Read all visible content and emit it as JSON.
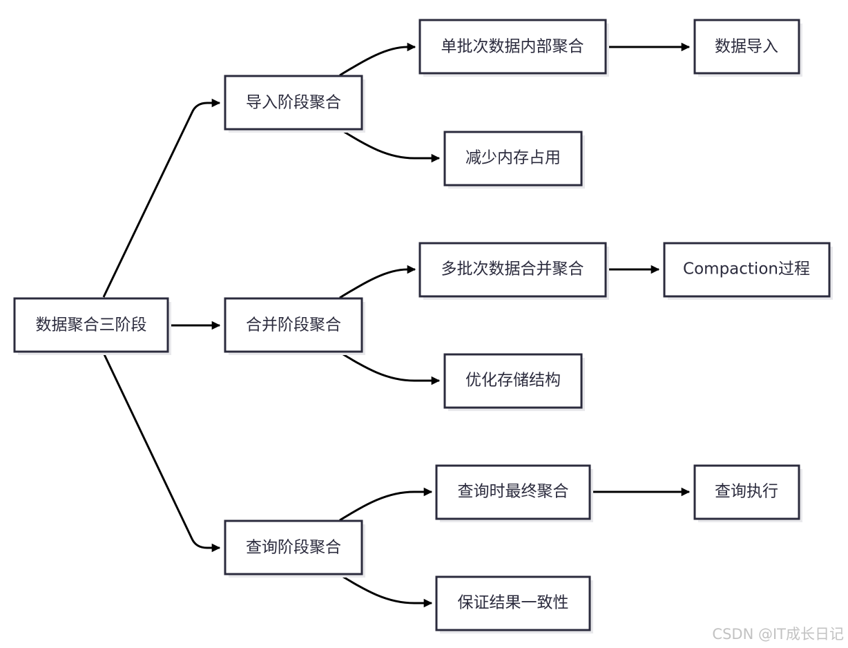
{
  "diagram": {
    "type": "flowchart",
    "nodes": {
      "root": "数据聚合三阶段",
      "import_stage": "导入阶段聚合",
      "merge_stage": "合并阶段聚合",
      "query_stage": "查询阶段聚合",
      "import_single_batch": "单批次数据内部聚合",
      "import_reduce_memory": "减少内存占用",
      "import_data_import": "数据导入",
      "merge_multi_batch": "多批次数据合并聚合",
      "merge_optimize_storage": "优化存储结构",
      "merge_compaction": "Compaction过程",
      "query_final": "查询时最终聚合",
      "query_consistency": "保证结果一致性",
      "query_execute": "查询执行"
    },
    "edges": [
      [
        "root",
        "import_stage"
      ],
      [
        "root",
        "merge_stage"
      ],
      [
        "root",
        "query_stage"
      ],
      [
        "import_stage",
        "import_single_batch"
      ],
      [
        "import_stage",
        "import_reduce_memory"
      ],
      [
        "import_single_batch",
        "import_data_import"
      ],
      [
        "merge_stage",
        "merge_multi_batch"
      ],
      [
        "merge_stage",
        "merge_optimize_storage"
      ],
      [
        "merge_multi_batch",
        "merge_compaction"
      ],
      [
        "query_stage",
        "query_final"
      ],
      [
        "query_stage",
        "query_consistency"
      ],
      [
        "query_final",
        "query_execute"
      ]
    ]
  },
  "watermark": "CSDN @IT成长日记"
}
